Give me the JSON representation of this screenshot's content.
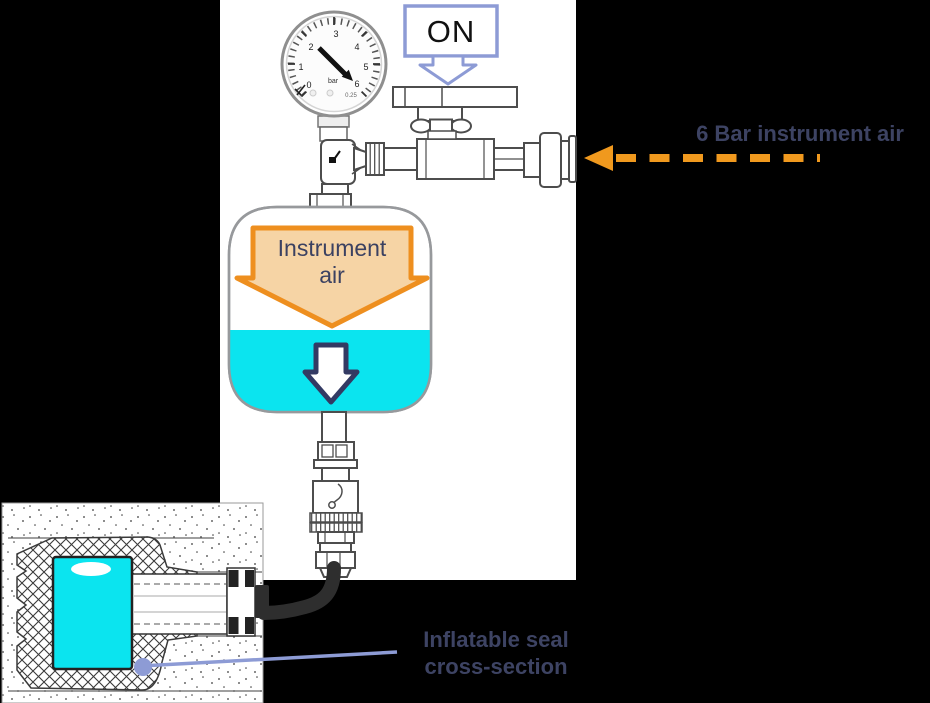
{
  "colors": {
    "background": "#000000",
    "panel": "#ffffff",
    "navy_text": "#3d4363",
    "periwinkle": "#8d9bd5",
    "orange": "#f0991e",
    "arrow_tan_fill": "#f6d4a5",
    "liquid_cyan": "#0be4ef",
    "fitting_outline": "#4d4d4d",
    "hose_dark": "#2e2e2e"
  },
  "on_callout": {
    "label": "ON"
  },
  "supply_label": "6 Bar instrument air",
  "gauge": {
    "scale": [
      "0",
      "1",
      "2",
      "3",
      "4",
      "5",
      "6"
    ],
    "unit": "bar",
    "accuracy_class": "0.25",
    "needle_value": "6"
  },
  "tank_arrow": {
    "line1": "Instrument",
    "line2": "air"
  },
  "seal_label": {
    "line1": "Inflatable seal",
    "line2": "cross-section"
  }
}
